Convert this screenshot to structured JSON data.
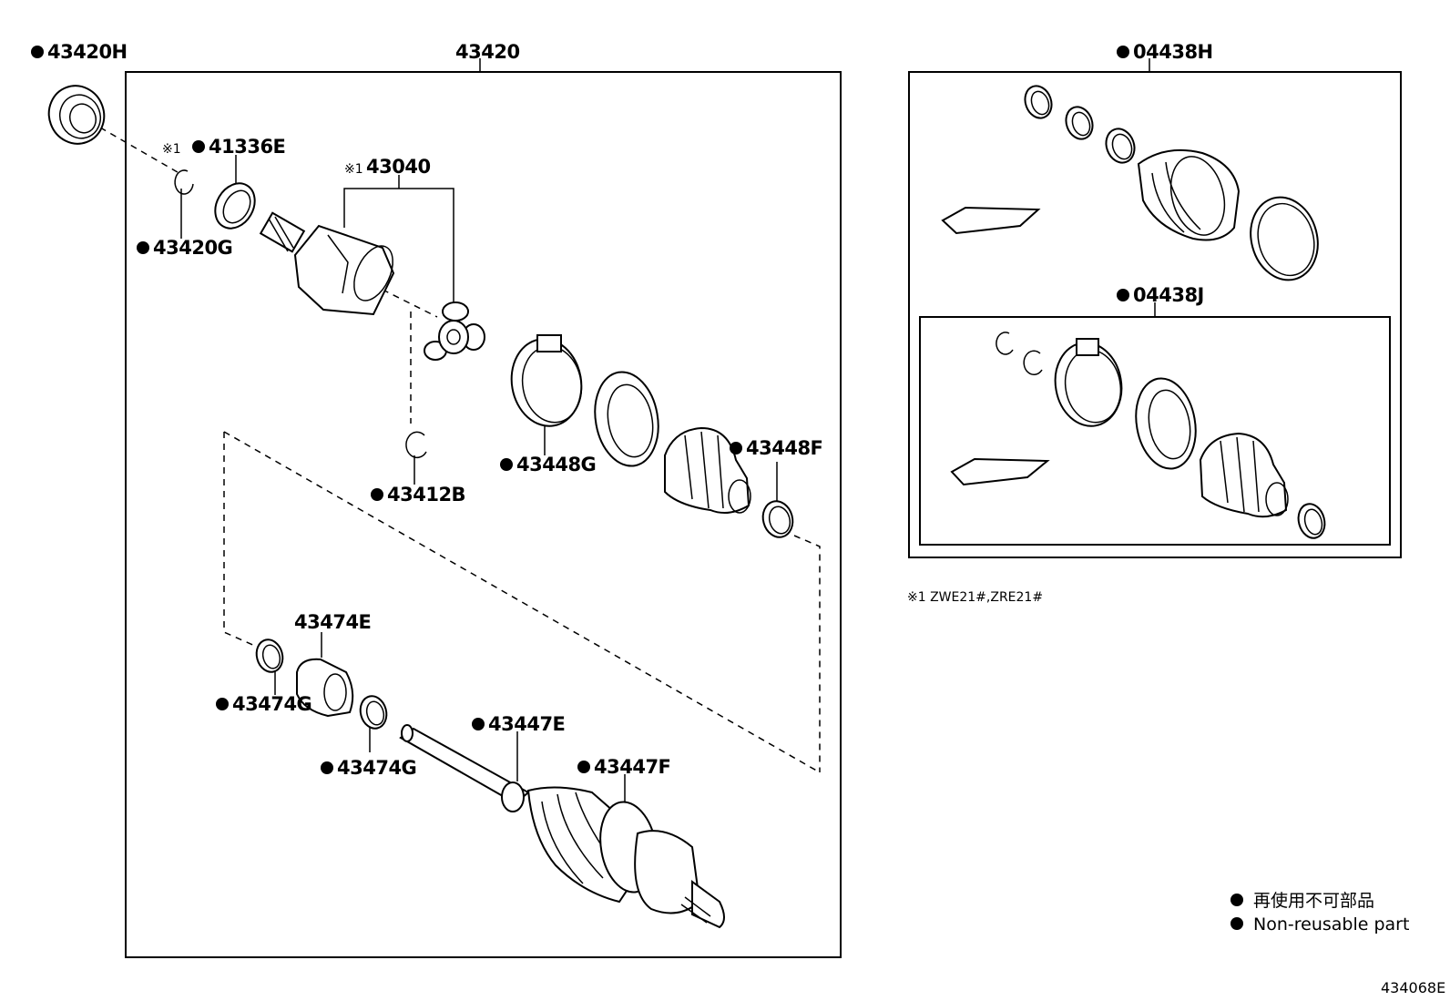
{
  "labels": {
    "p43420H": "43420H",
    "p43420": "43420",
    "p04438H": "04438H",
    "p41336E": "41336E",
    "p43040": "43040",
    "p43420G": "43420G",
    "p04438J": "04438J",
    "p43448G": "43448G",
    "p43448F": "43448F",
    "p43412B": "43412B",
    "p43474E": "43474E",
    "p43474G_a": "43474G",
    "p43474G_b": "43474G",
    "p43447E": "43447E",
    "p43447F": "43447F"
  },
  "marks": {
    "ref1": "※1",
    "ref1_small": "※1"
  },
  "footnote": "※1  ZWE21#,ZRE21#",
  "legend": {
    "line1": "再使用不可部品",
    "line2": "Non-reusable part"
  },
  "diagram_code": "434068E"
}
